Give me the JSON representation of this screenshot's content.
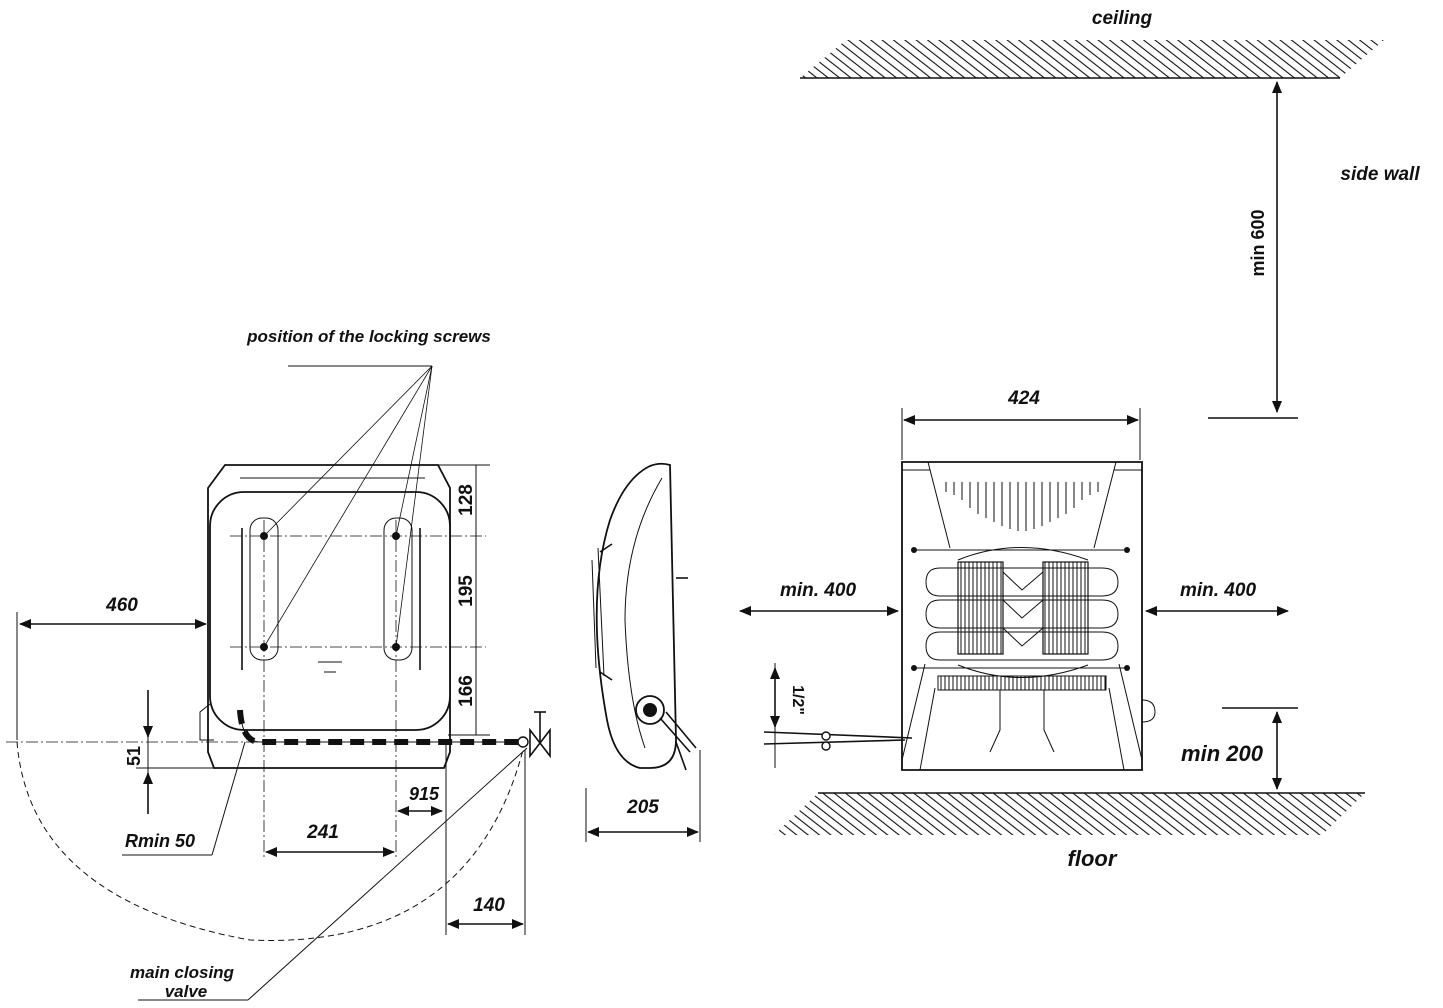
{
  "labels": {
    "ceiling": "ceiling",
    "side_wall": "side wall",
    "floor": "floor",
    "locking_screws": "position of the locking screws",
    "main_valve_line1": "main closing",
    "main_valve_line2": "valve",
    "rmin": "Rmin 50"
  },
  "dimensions": {
    "d460": "460",
    "d51": "51",
    "d128": "128",
    "d195": "195",
    "d166": "166",
    "d915": "915",
    "d241": "241",
    "d140": "140",
    "d205": "205",
    "d424": "424",
    "min600": "min 600",
    "min400_left": "min. 400",
    "min400_right": "min. 400",
    "min200": "min 200",
    "pipe": "1/2\""
  }
}
